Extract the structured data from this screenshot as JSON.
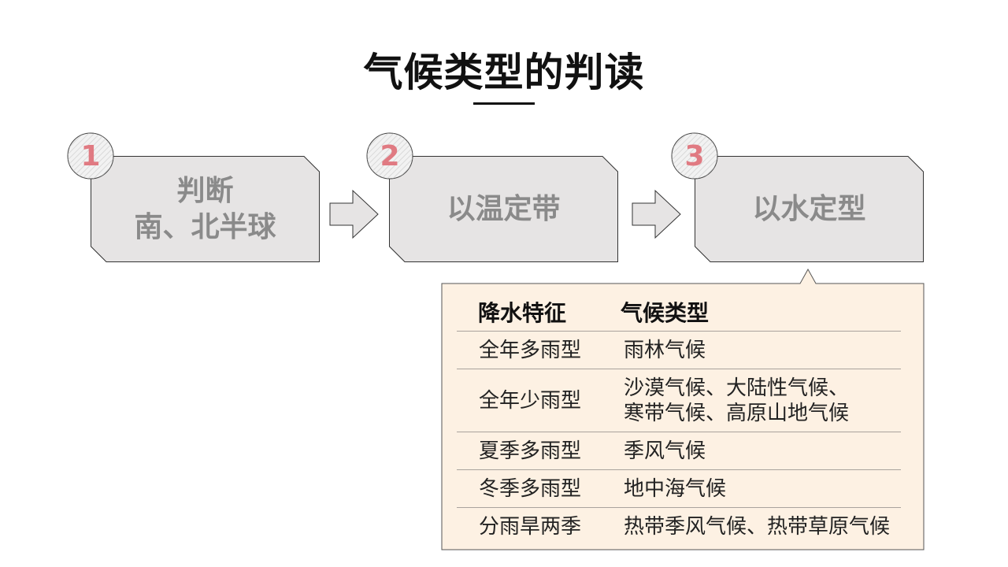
{
  "title": "气候类型的判读",
  "steps": [
    {
      "num": "1",
      "label": "判断\n南、北半球"
    },
    {
      "num": "2",
      "label": "以温定带"
    },
    {
      "num": "3",
      "label": "以水定型"
    }
  ],
  "table": {
    "headers": [
      "降水特征",
      "气候类型"
    ],
    "rows": [
      {
        "feature": "全年多雨型",
        "type": "雨林气候"
      },
      {
        "feature": "全年少雨型",
        "type": "沙漠气候、大陆性气候、\n寒带气候、高原山地气候"
      },
      {
        "feature": "夏季多雨型",
        "type": "季风气候"
      },
      {
        "feature": "冬季多雨型",
        "type": "地中海气候"
      },
      {
        "feature": "分雨旱两季",
        "type": "热带季风气候、热带草原气候"
      }
    ]
  },
  "colors": {
    "box_fill": "#e6e4e4",
    "number": "#e07a82",
    "callout_fill": "#fdf1e3"
  }
}
